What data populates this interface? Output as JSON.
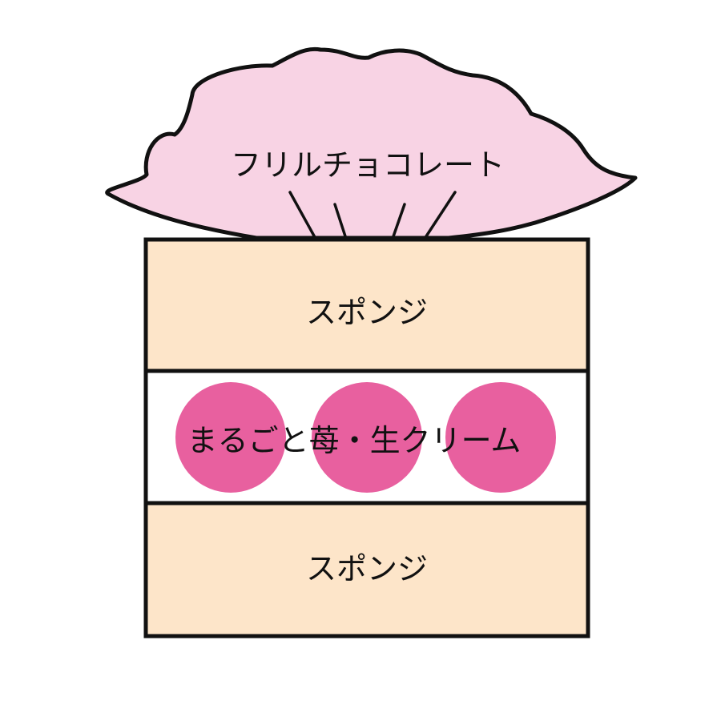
{
  "diagram": {
    "frill": {
      "label": "フリルチョコレート",
      "fill_color": "#f8d3e4"
    },
    "layers": [
      {
        "label": "スポンジ",
        "fill_color": "#fde5c9"
      },
      {
        "label": "まるごと苺・生クリーム",
        "fill_color": "#ffffff"
      },
      {
        "label": "スポンジ",
        "fill_color": "#fde5c9"
      }
    ],
    "strawberry_color": "#e8609f",
    "strawberry_count": 3,
    "outline_color": "#111111"
  }
}
